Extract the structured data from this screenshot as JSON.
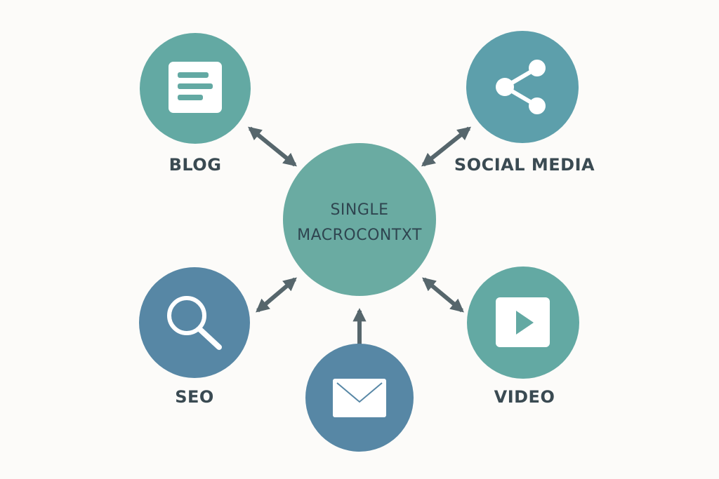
{
  "center": {
    "line1": "SINGLE",
    "line2": "MACROCONTXT"
  },
  "nodes": {
    "blog": {
      "label": "BLOG"
    },
    "social_media": {
      "label": "SOCIAL MEDIA"
    },
    "seo": {
      "label": "SEO"
    },
    "video": {
      "label": "VIDEO"
    },
    "email": {
      "label": ""
    }
  },
  "colors": {
    "background": "#fcfbf9",
    "teal": "#63a9a3",
    "teal_blue": "#5d9fab",
    "blue": "#5787a5",
    "center": "#6aaba2",
    "arrow": "#56666c",
    "label_text": "#3a4a52"
  },
  "icons": {
    "blog": "document-icon",
    "social_media": "share-icon",
    "seo": "search-icon",
    "video": "play-icon",
    "email": "envelope-icon"
  }
}
